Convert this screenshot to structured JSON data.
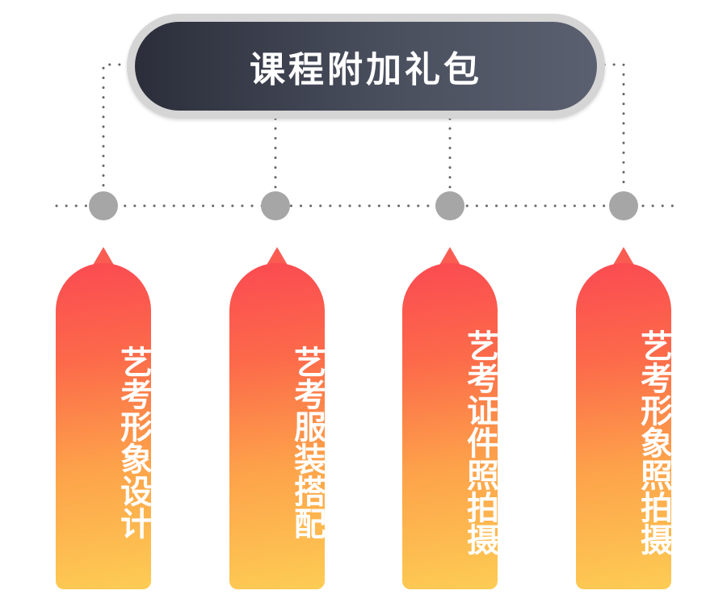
{
  "title": "课程附加礼包",
  "items": [
    {
      "label": "艺考形象设计"
    },
    {
      "label": "艺考服装搭配"
    },
    {
      "label": "艺考证件照拍摄"
    },
    {
      "label": "艺考形象照拍摄"
    }
  ],
  "colors": {
    "title_bg_start": "#2b2e3a",
    "title_bg_end": "#5b6070",
    "title_ring": "#d5d5d5",
    "card_top": "#fb4a52",
    "card_bottom": "#fdcc54",
    "connector": "#555555",
    "node": "#a6a6a6"
  }
}
